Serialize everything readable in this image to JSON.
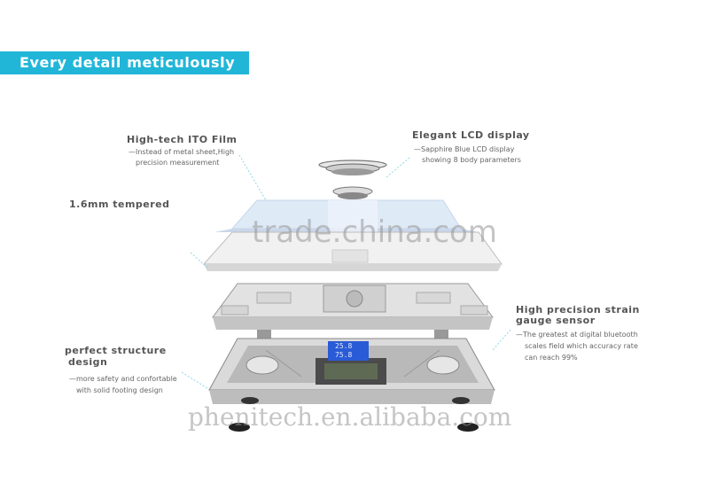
{
  "banner": "Every detail meticulously",
  "callouts": {
    "ito": {
      "title": "High-tech ITO Film",
      "lines": [
        "—Instead of metal sheet,High",
        "precision measurement"
      ]
    },
    "lcd": {
      "title": "Elegant LCD display",
      "lines": [
        "—Sapphire Blue LCD display",
        "showing 8 body parameters"
      ]
    },
    "glass": {
      "title": "1.6mm tempered"
    },
    "sensor": {
      "title_lines": [
        "High precision strain",
        "gauge sensor"
      ],
      "lines": [
        "—The greatest at digital bluetooth",
        "scales field which accuracy rate",
        "can reach 99%"
      ]
    },
    "structure": {
      "title_lines": [
        "perfect structure",
        "design"
      ],
      "lines": [
        "—more safety and confortable",
        "with solid footing design"
      ]
    }
  },
  "lcd_screen": {
    "line1": "25.8",
    "line2": "75.8",
    "color": "#2a5bd6"
  },
  "watermarks": {
    "top": "trade.china.com",
    "bottom": "phenitech.en.alibaba.com"
  },
  "colors": {
    "accent": "#21b6d8",
    "callout_line": "#8fd6e6"
  }
}
